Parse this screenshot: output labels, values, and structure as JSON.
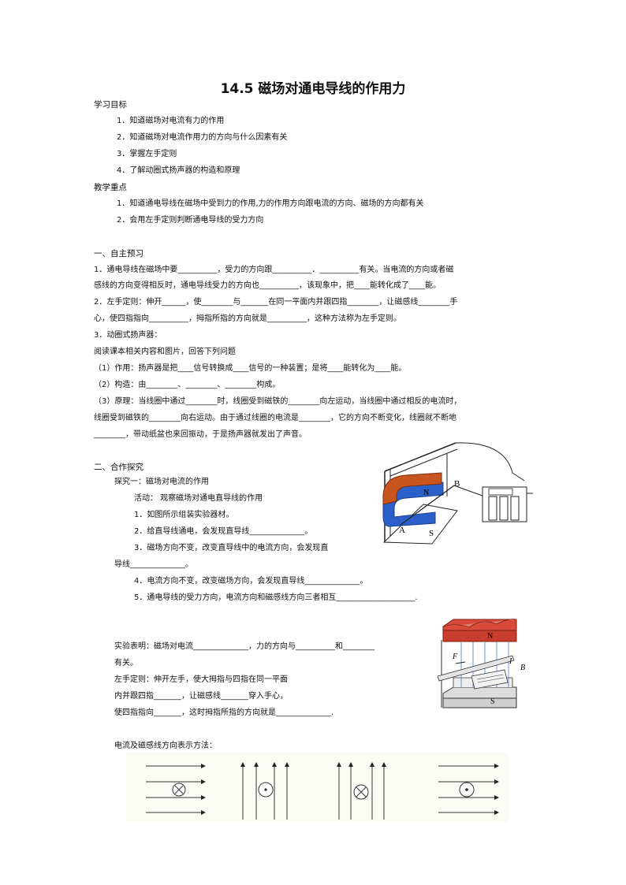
{
  "title": "14.5 磁场对通电导线的作用力",
  "goals": {
    "heading": "学习目标",
    "items": [
      "1．知道磁场对电流有力的作用",
      "2．知道磁场对电流作用力的方向与什么因素有关",
      "3．掌握左手定则",
      "4．了解动圈式扬声器的构造和原理"
    ]
  },
  "focus": {
    "heading": "教学重点",
    "items": [
      "1．知道通电导线在磁场中受到力的作用,力的作用方向跟电流的方向、磁场的方向都有关",
      "2．会用左手定则判断通电导线的受力方向"
    ]
  },
  "preview": {
    "heading": "一、自主预习",
    "lines": [
      "1．通电导线在磁场中要__________，受力的方向跟__________．__________有关。当电流的方向或者磁",
      "感线的方向变得相反时，通电导线受力的方向也__________，该现象中，把____能转化成了____能。",
      "2．左手定则：伸开______，使________与_______在同一平面内并跟四指________，让磁感线________手",
      "心，使四指指向__________，拇指所指的方向就是__________，这种方法称为左手定则。",
      "3．动圈式扬声器：",
      "阅读课本相关内容和图片，回答下列问题",
      "（1）作用：扬声器是把____信号转换成____信号的一种装置；是将____能转化为____能。",
      "（2）构造：由________、________、________构成。",
      "（3）原理：当线圈中通过________时，线圈受到磁铁的________向左运动，当线圈中通过相反的电流时，",
      "线圈受到磁铁的________向右运动。由于通过线圈的电流是________，它的方向不断变化，线圈就不断地",
      "________，带动纸盆也来回振动，于是扬声器就发出了声音。"
    ]
  },
  "explore": {
    "heading": "二、合作探究",
    "sub": "探究一：磁场对电流的作用",
    "activity": "活动： 观察磁场对通电直导线的作用",
    "steps": [
      "1．如图所示组装实验器材。",
      "2．给直导线通电，会发现直导线______________。",
      "3．磁场方向不变，改变直导线中的电流方向，会发现直",
      "导线______________。",
      "4．电流方向不变，改变磁场方向，会发现直导线______________。",
      "5．通电导线的受力方向，电流方向和磁感线方向三者相互____________________."
    ],
    "fig1": {
      "n": "N",
      "s": "S",
      "a": "A",
      "b": "B"
    }
  },
  "conclusion": {
    "lines": [
      "实验表明：磁场对电流______________，力的方向与__________和________",
      "有关。",
      "左手定则：伸开左手，使大拇指与四指在同一平面",
      "内并跟四指_______，让磁感线_______穿入手心，",
      "使四指指向_______，这时拇指所指的方向就是______________."
    ],
    "fig2": {
      "n": "N",
      "s": "S",
      "f": "F",
      "i": "I",
      "b": "B"
    }
  },
  "notation": {
    "label": "电流及磁感线方向表示方法："
  }
}
